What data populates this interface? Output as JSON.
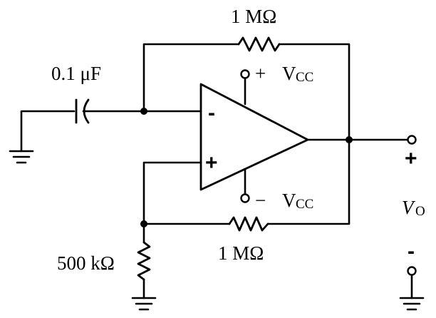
{
  "labels": {
    "feedback_resistor": "1 MΩ",
    "input_capacitor": "0.1 μF",
    "positive_supply_sign": "+",
    "positive_supply": "V",
    "positive_supply_sub": "CC",
    "negative_supply_sign": "−",
    "negative_supply": "V",
    "negative_supply_sub": "CC",
    "inverting_input": "-",
    "noninverting_input": "+",
    "positive_feedback_resistor": "1 MΩ",
    "ground_resistor": "500 kΩ",
    "output_plus": "+",
    "output_minus": "-",
    "output_voltage": "V",
    "output_voltage_sub": "O"
  }
}
